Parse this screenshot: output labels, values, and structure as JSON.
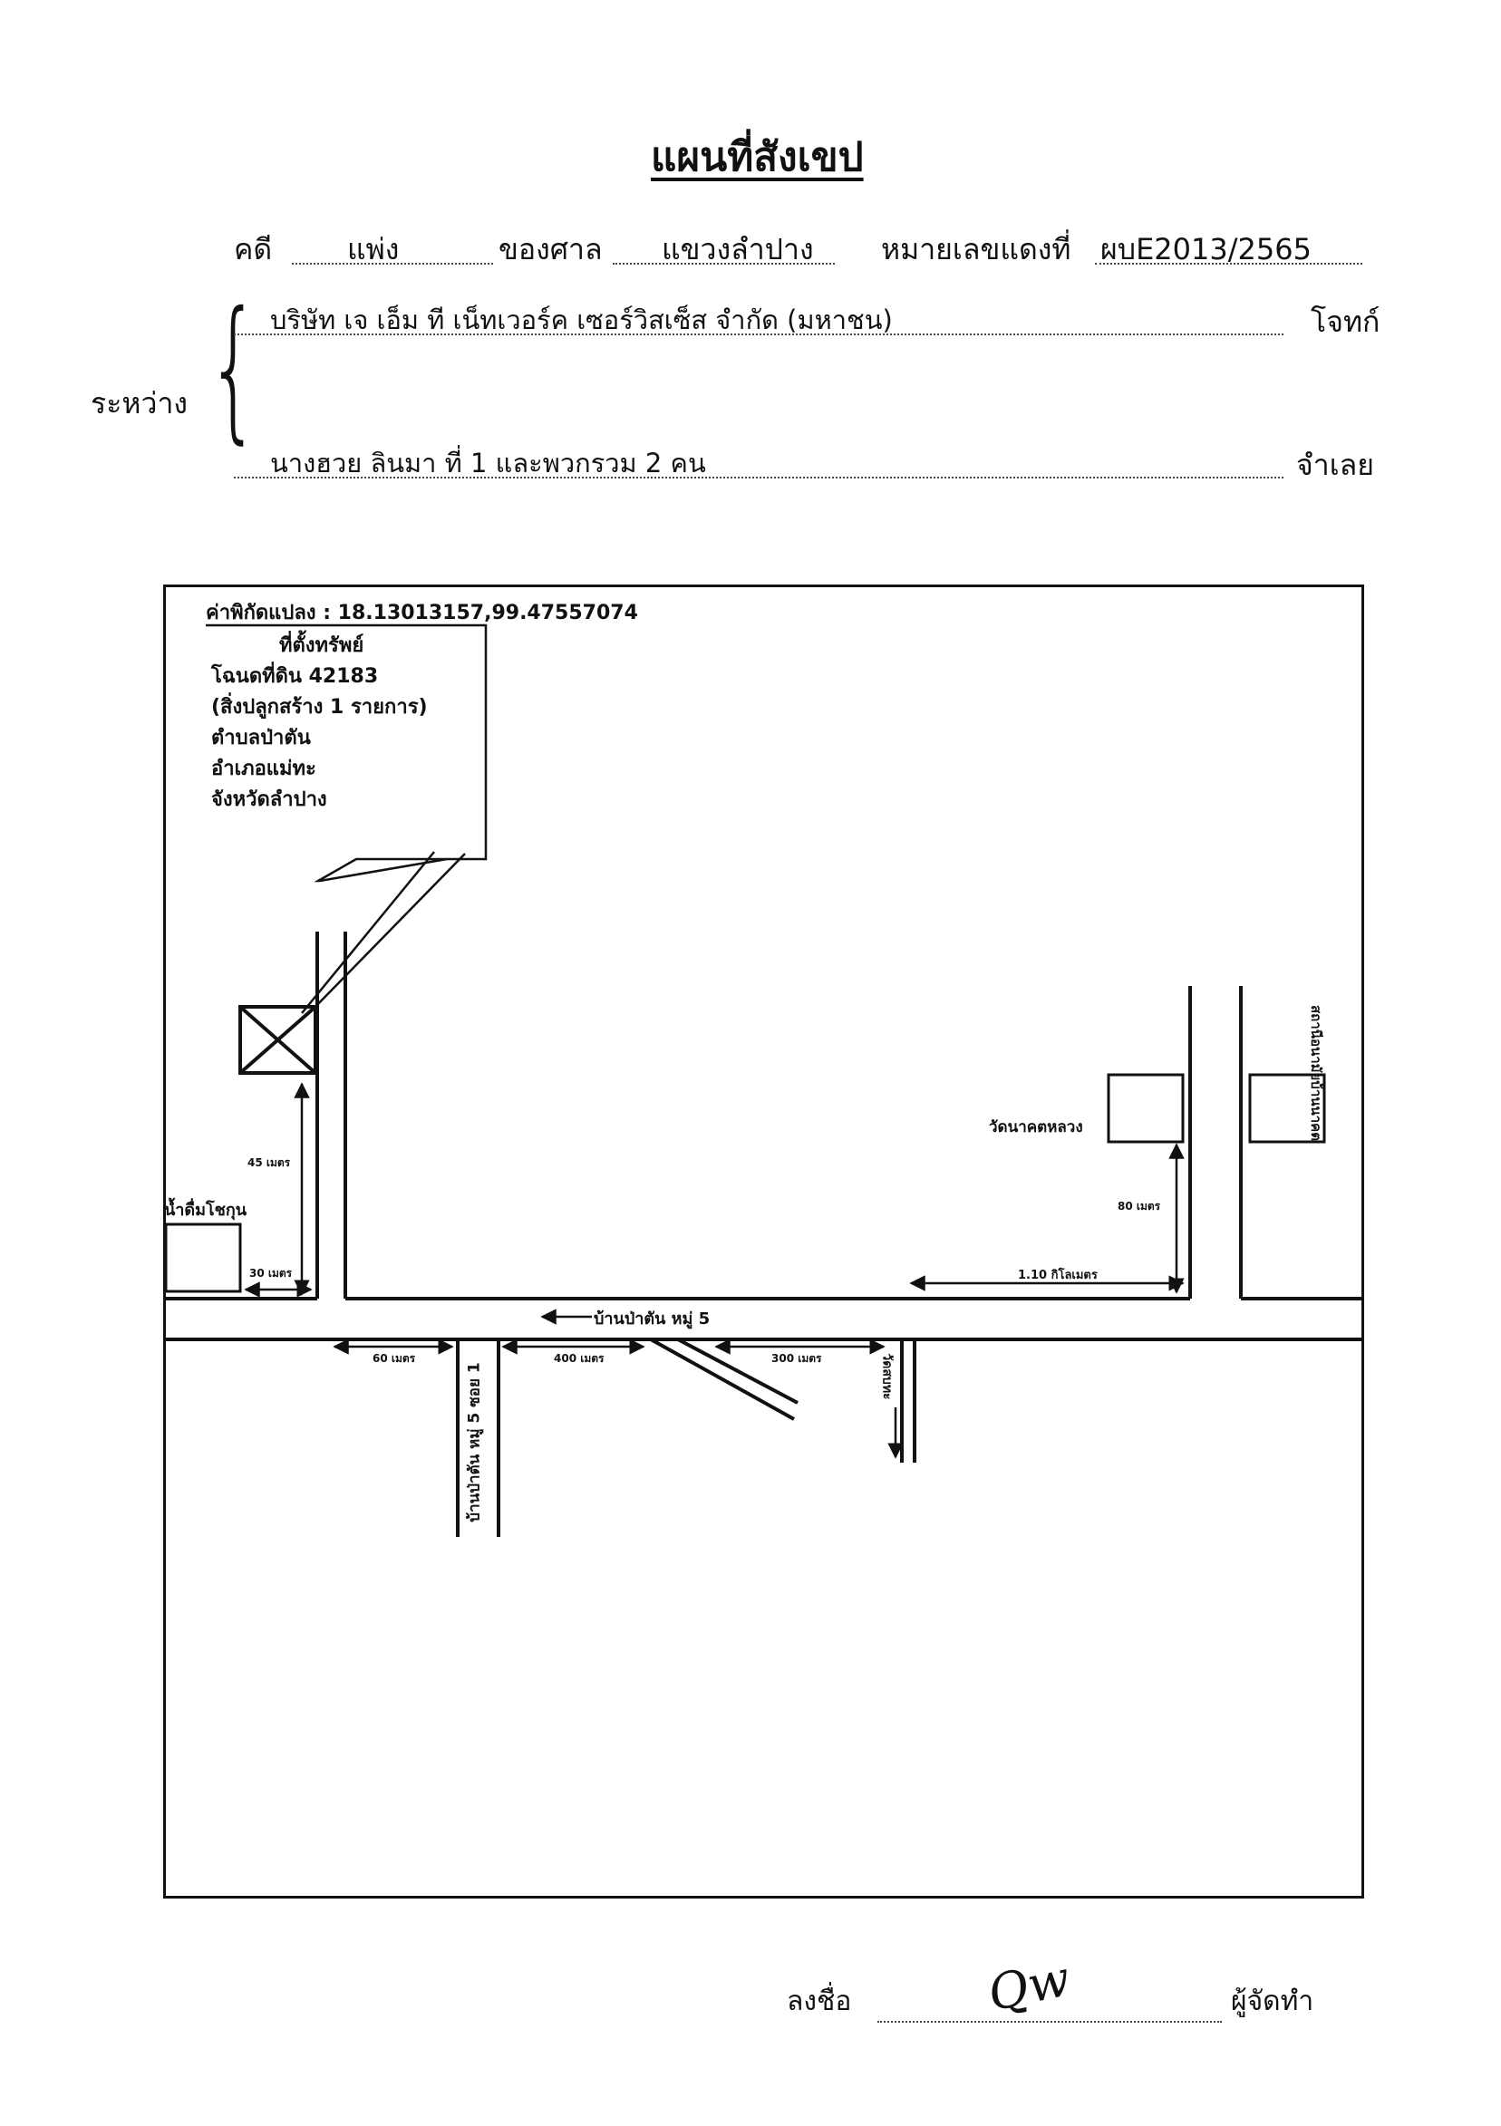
{
  "doc": {
    "title": "แผนที่สังเขป",
    "case_label": "คดี",
    "case_type": "แพ่ง",
    "court_label": "ของศาล",
    "court_name": "แขวงลำปาง",
    "red_no_label": "หมายเลขแดงที่",
    "red_no": "ผบE2013/2565",
    "between_label": "ระหว่าง",
    "plaintiff_name": "บริษัท เจ เอ็ม ที เน็ทเวอร์ค เซอร์วิสเซ็ส จำกัด (มหาชน)",
    "plaintiff_label": "โจทก์",
    "defendant_name": "นางฮวย ลินมา ที่ 1 และพวกรวม 2 คน",
    "defendant_label": "จำเลย"
  },
  "map": {
    "coord_label": "ค่าพิกัดแปลง : 18.13013157,99.47557074",
    "location_box": {
      "heading": "ที่ตั้งทรัพย์",
      "lines": [
        "โฉนดที่ดิน 42183",
        "(สิ่งปลูกสร้าง 1 รายการ)",
        "ตำบลป่าตัน",
        "อำเภอแม่ทะ",
        "จังหวัดลำปาง"
      ]
    },
    "labels": {
      "water_shop": "น้ำดื่มโชกุน",
      "dist_45": "45 เมตร",
      "dist_30": "30 เมตร",
      "dist_60": "60 เมตร",
      "dist_400": "400 เมตร",
      "dist_300": "300 เมตร",
      "dist_80": "80 เมตร",
      "dist_110km": "1.10 กิโลเมตร",
      "main_road": "บ้านป่าตัน หมู่ 5",
      "soi_road": "บ้านป่าตัน หมู่ 5 ซอย 1",
      "wat_sobtha": "วัดสบทะ",
      "wat_nakhot": "วัดนาคตหลวง",
      "health_station": "สถานีอนามัยบ้านนาคต"
    }
  },
  "footer": {
    "sign_label": "ลงชื่อ",
    "signature": "Qw",
    "maker_label": "ผู้จัดทำ"
  }
}
